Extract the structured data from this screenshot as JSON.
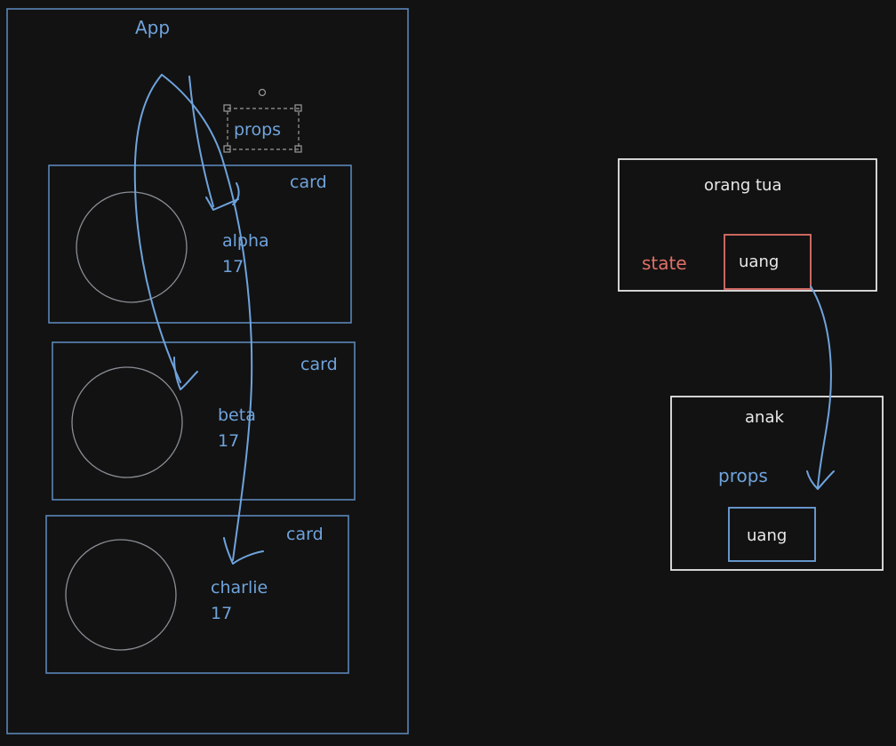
{
  "colors": {
    "background": "#121212",
    "blue": "#6fa3dc",
    "gray_circle": "#8a8f96",
    "white": "#e8e8e8",
    "red": "#e07068"
  },
  "left": {
    "app_label": "App",
    "props_label": "props",
    "cards": [
      {
        "label": "card",
        "name": "alpha",
        "age": "17"
      },
      {
        "label": "card",
        "name": "beta",
        "age": "17"
      },
      {
        "label": "card",
        "name": "charlie",
        "age": "17"
      }
    ]
  },
  "right": {
    "parent": {
      "title": "orang tua",
      "state_label": "state",
      "state_value": "uang"
    },
    "child": {
      "title": "anak",
      "props_label": "props",
      "props_value": "uang"
    }
  }
}
